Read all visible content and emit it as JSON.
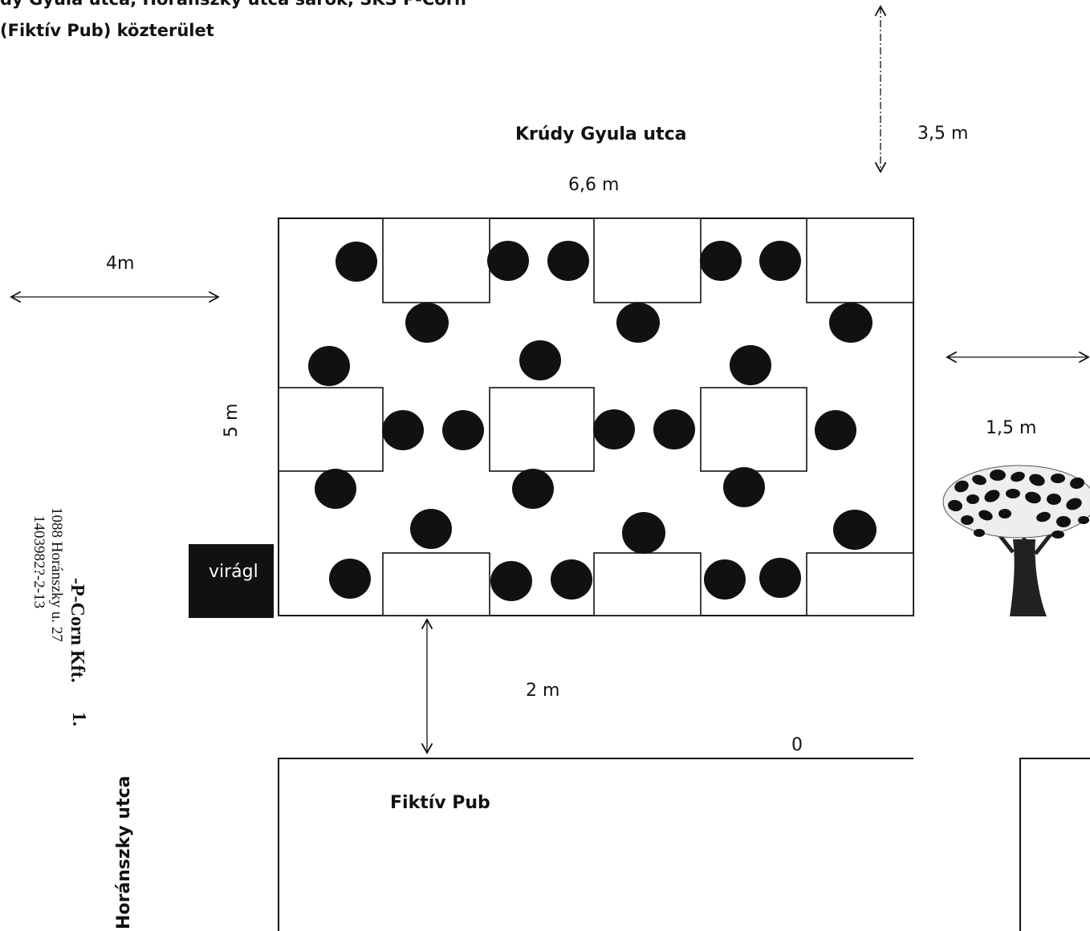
{
  "header": {
    "line1": "dy Gyula utca, Horánszky utca sarok, SKS P-Corn",
    "line2": "(Fiktív Pub) közterület"
  },
  "streets": {
    "north": "Krúdy Gyula utca",
    "west": "Horánszky utca"
  },
  "dimensions": {
    "top_offset": "3,5 m",
    "width": "6,6 m",
    "left_offset": "4m",
    "height": "5 m",
    "right_offset": "1,5 m",
    "bottom_offset": "2 m",
    "zero_mark": "0"
  },
  "planter": {
    "label": "virágl"
  },
  "building": {
    "label": "Fiktív Pub"
  },
  "stamp": {
    "line1": "-P-Corn Kft.",
    "line2": "1088 Horánszky u. 27",
    "line3": "1403982?-2-13",
    "line4": "1."
  },
  "colors": {
    "ink": "#111111",
    "planter_fill": "#111111",
    "background": "#ffffff"
  },
  "icons": {
    "tree": "tree-icon",
    "seat": "chair-icon",
    "table": "table-icon"
  }
}
